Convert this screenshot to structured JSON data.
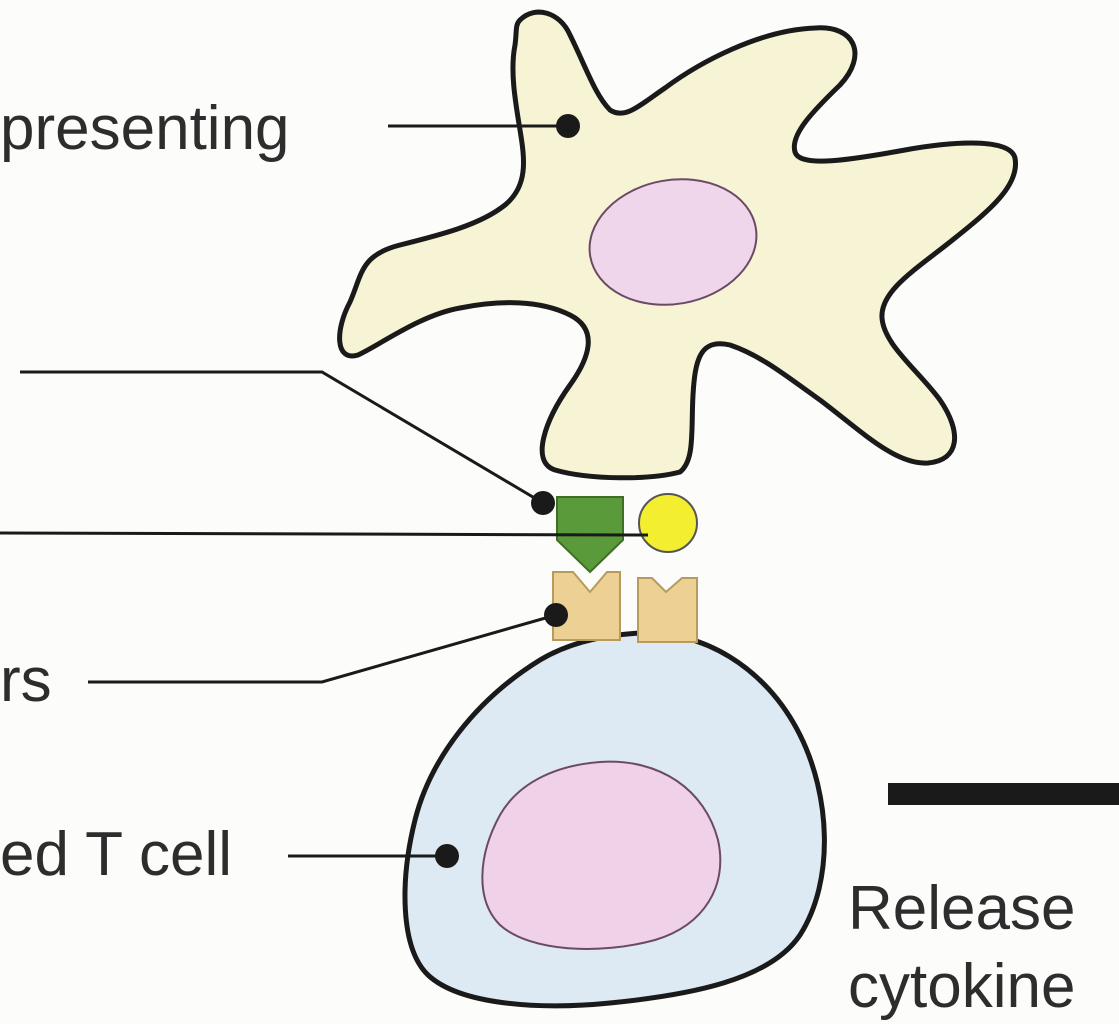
{
  "labels": {
    "apc": "presenting",
    "receptors": "rs",
    "t_cell": "ed T cell",
    "release": "Release",
    "cytokines": "cytokine"
  },
  "colors": {
    "apc_cell_fill": "#f6f4d5",
    "apc_nucleus": "#f0d6ea",
    "t_cell_fill": "#dde9f3",
    "t_cell_nucleus": "#efd2e8",
    "mhc_green": "#5a9a3a",
    "antigen_yellow": "#f3ee30",
    "receptor_tan": "#ecd094",
    "outline": "#1a1a1a",
    "label_text": "#2d2d2d"
  }
}
